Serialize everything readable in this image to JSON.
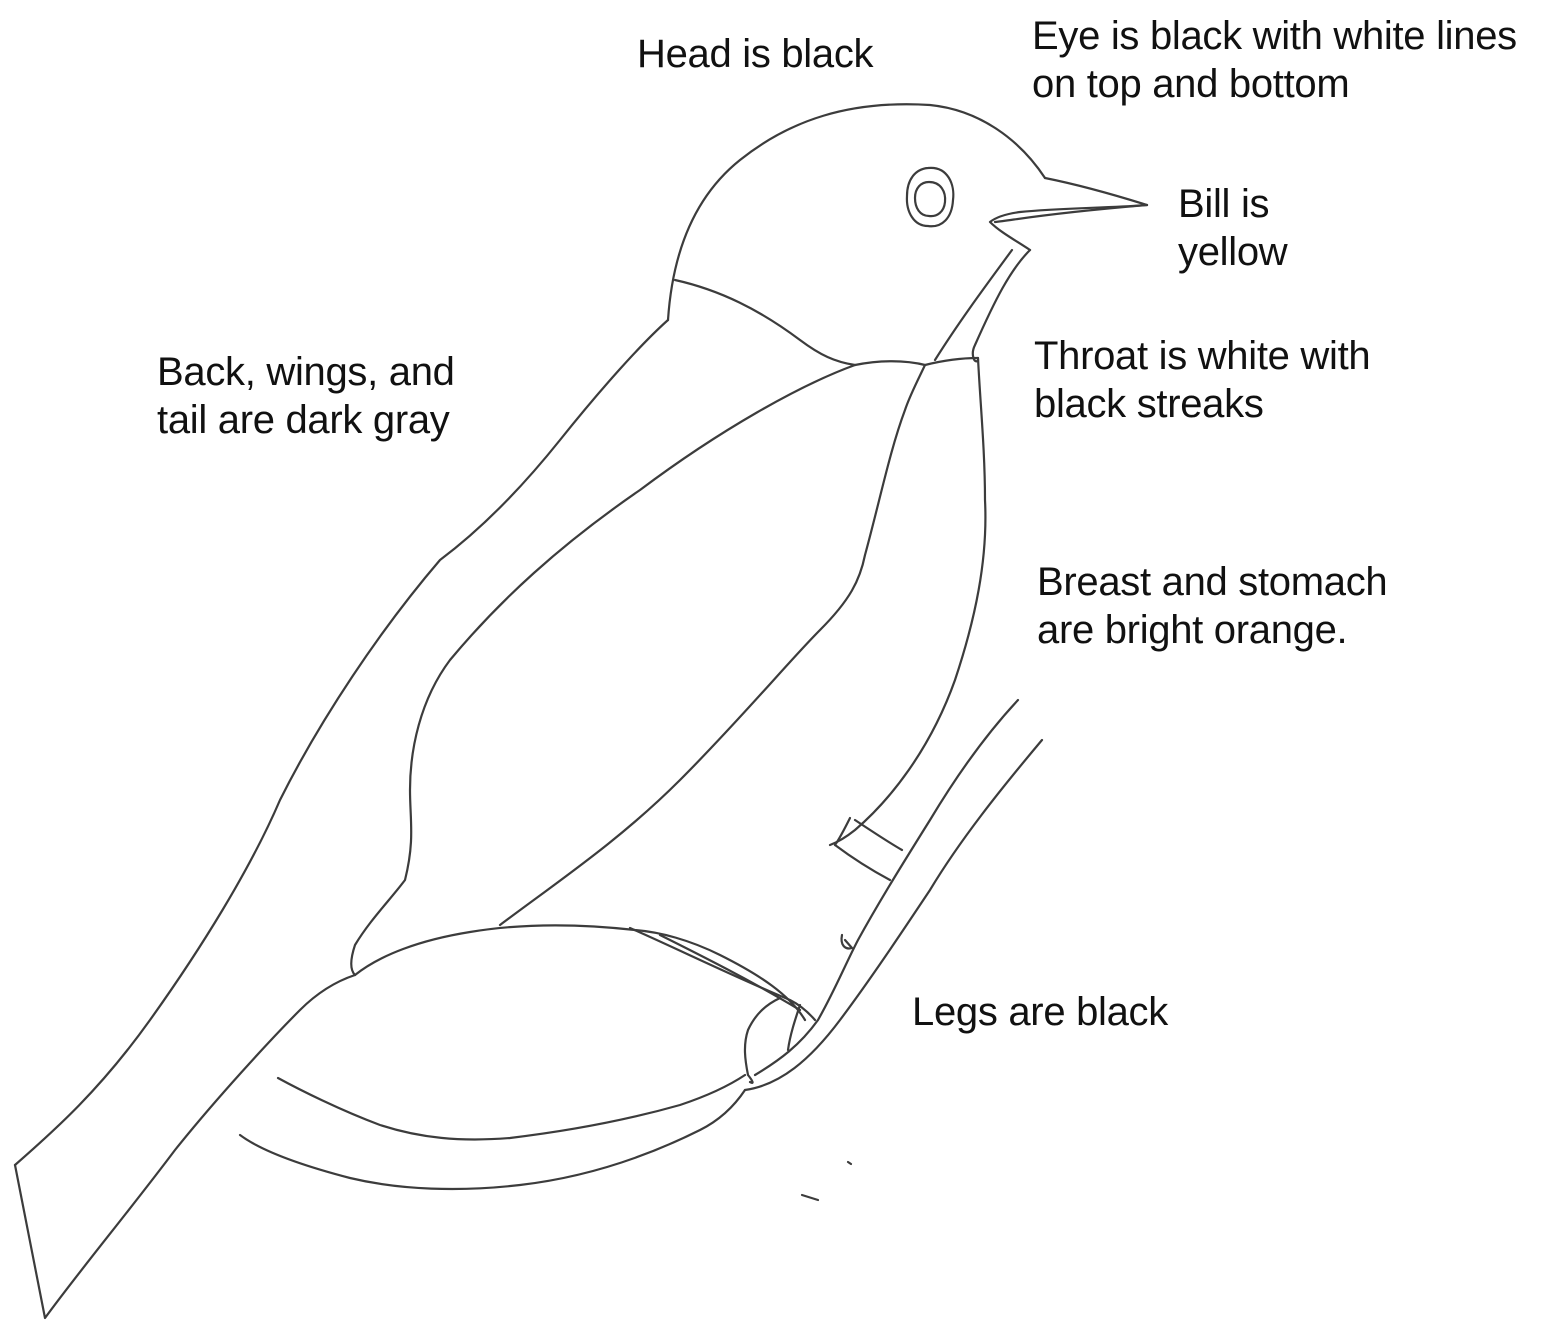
{
  "labels": {
    "head": [
      "Head is black"
    ],
    "eye": [
      "Eye is black with white lines",
      "on top and bottom"
    ],
    "bill": [
      "Bill is",
      "yellow"
    ],
    "back": [
      "Back, wings, and",
      "tail are dark gray"
    ],
    "throat": [
      "Throat is white with",
      "black streaks"
    ],
    "breast": [
      "Breast and stomach",
      "are bright orange."
    ],
    "legs": [
      "Legs are black"
    ]
  },
  "colors": {
    "line": "#3c3c3c",
    "text": "#111111",
    "background": "#ffffff"
  }
}
